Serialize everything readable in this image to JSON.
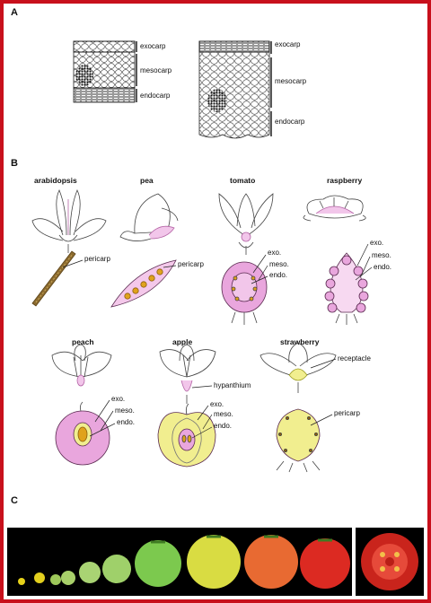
{
  "panels": {
    "a": "A",
    "b": "B",
    "c": "C"
  },
  "panel_a": {
    "left": {
      "exocarp": "exocarp",
      "mesocarp": "mesocarp",
      "endocarp": "endocarp"
    },
    "right": {
      "exocarp": "exocarp",
      "mesocarp": "mesocarp",
      "endocarp": "endocarp"
    }
  },
  "panel_b": {
    "titles": {
      "arabidopsis": "arabidopsis",
      "pea": "pea",
      "tomato": "tomato",
      "raspberry": "raspberry",
      "peach": "peach",
      "apple": "apple",
      "strawberry": "strawberry"
    },
    "labels": {
      "arabidopsis_pericarp": "pericarp",
      "pea_pericarp": "pericarp",
      "tomato_exo": "exo.",
      "tomato_meso": "meso.",
      "tomato_endo": "endo.",
      "raspberry_exo": "exo.",
      "raspberry_meso": "meso.",
      "raspberry_endo": "endo.",
      "peach_exo": "exo.",
      "peach_meso": "meso.",
      "peach_endo": "endo.",
      "apple_hypanthium": "hypanthium",
      "apple_exo": "exo.",
      "apple_meso": "meso.",
      "apple_endo": "endo.",
      "strawberry_receptacle": "receptacle",
      "strawberry_pericarp": "pericarp"
    }
  },
  "colors": {
    "frame": "#c8101c",
    "pink": "#e9a6dd",
    "yellow": "#f1ee8f",
    "seed": "#e0a21c",
    "pod": "#8b6a2f",
    "photo_bg": "#000000"
  }
}
